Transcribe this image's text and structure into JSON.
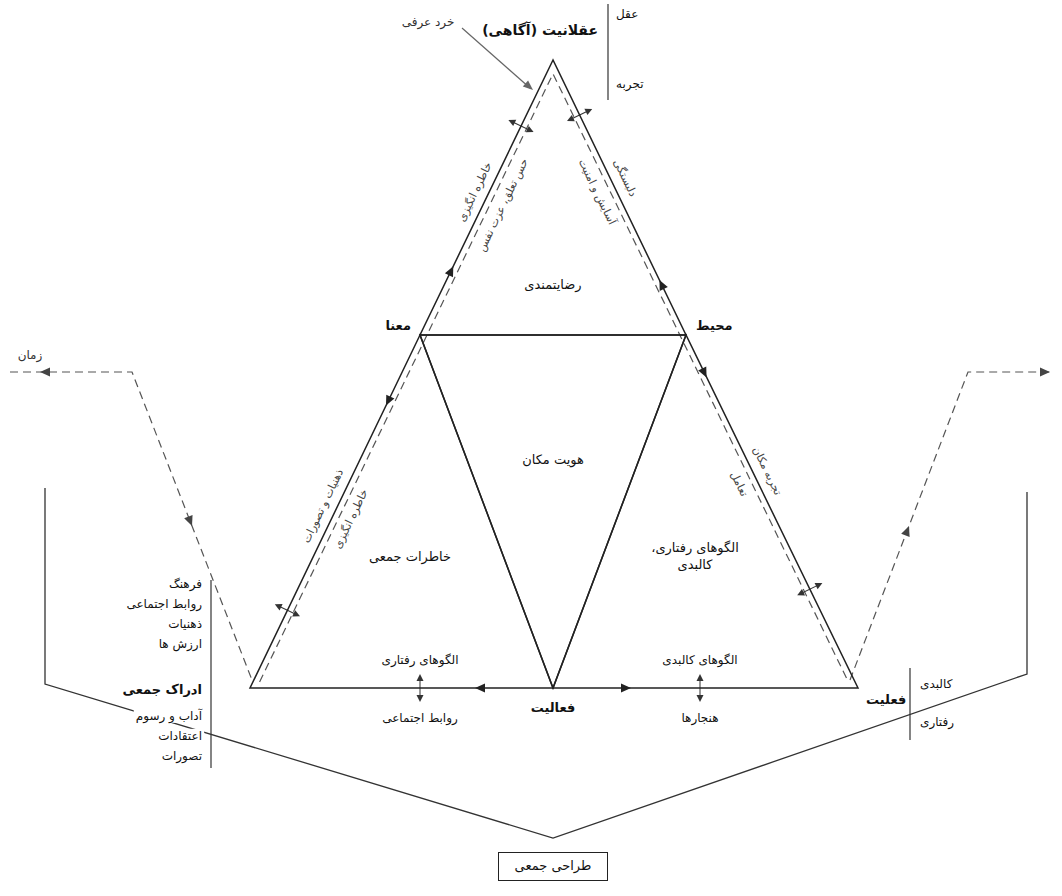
{
  "diagram": {
    "nodes": [
      {
        "text": [
          "رضایتمندی"
        ]
      },
      {
        "text": [
          "هویت مکان"
        ]
      },
      {
        "text": [
          "خاطرات جمعی"
        ]
      },
      {
        "text": [
          "الگوهای رفتاری، کالبدی"
        ]
      },
      {
        "text": [
          "طراحی جمعی"
        ]
      }
    ],
    "labels": [
      "عقلانیت (آگاهی)",
      "عقل",
      "تجربه",
      "خرد عرفی",
      "خاطره انگیزی",
      "حس تعلق، عزت نفس",
      "دلبستگی",
      "آسایش و امنیت",
      "معنا",
      "محیط",
      "زمان",
      "ذهنیات و تصورات",
      "خاطره انگیزی",
      "تجربه مکان",
      "تعامل",
      "فرهنگ",
      "روابط اجتماعی",
      "ذهنیات",
      "ارزش ها",
      "ادراک جمعی",
      "آداب و رسوم",
      "اعتقادات",
      "تصورات",
      "الگوهای رفتاری",
      "روابط اجتماعی",
      "فعالیت",
      "الگوهای کالبدی",
      "هنجارها",
      "فعلیت",
      "کالبدی",
      "رفتاری"
    ]
  }
}
